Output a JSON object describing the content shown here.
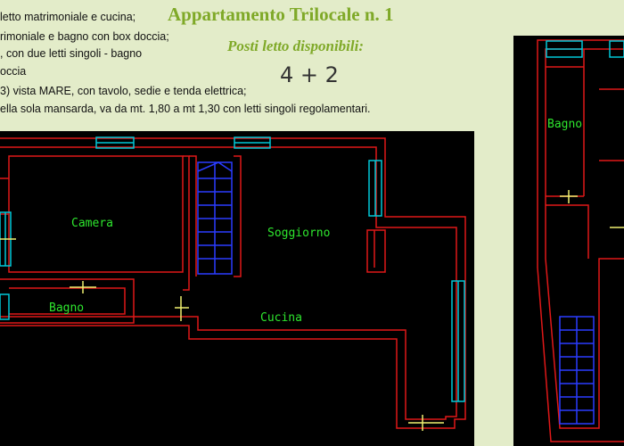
{
  "header": {
    "title": "Appartamento Trilocale n. 1",
    "subtitle": "Posti letto disponibili:",
    "beds": "4 + 2"
  },
  "description": {
    "lines": [
      "letto matrimoniale e cucina;",
      "rimoniale e bagno con box doccia;",
      ", con due letti singoli - bagno",
      "occia",
      "3) vista MARE, con tavolo, sedie e tenda elettrica;",
      "ella sola mansarda, va da mt. 1,80 a mt 1,30 con letti singoli regolamentari."
    ]
  },
  "floorplan_main": {
    "rooms": {
      "camera": "Camera",
      "bagno": "Bagno",
      "soggiorno": "Soggiorno",
      "cucina": "Cucina"
    }
  },
  "floorplan_attic": {
    "rooms": {
      "bagno": "Bagno"
    }
  },
  "colors": {
    "background": "#e3ecc9",
    "title": "#7fa928",
    "walls": "#e01818",
    "windows": "#00c8d8",
    "stairs": "#2a3cff",
    "doors": "#f0f070",
    "room_labels": "#2ee62e",
    "plan_background": "#000000"
  }
}
